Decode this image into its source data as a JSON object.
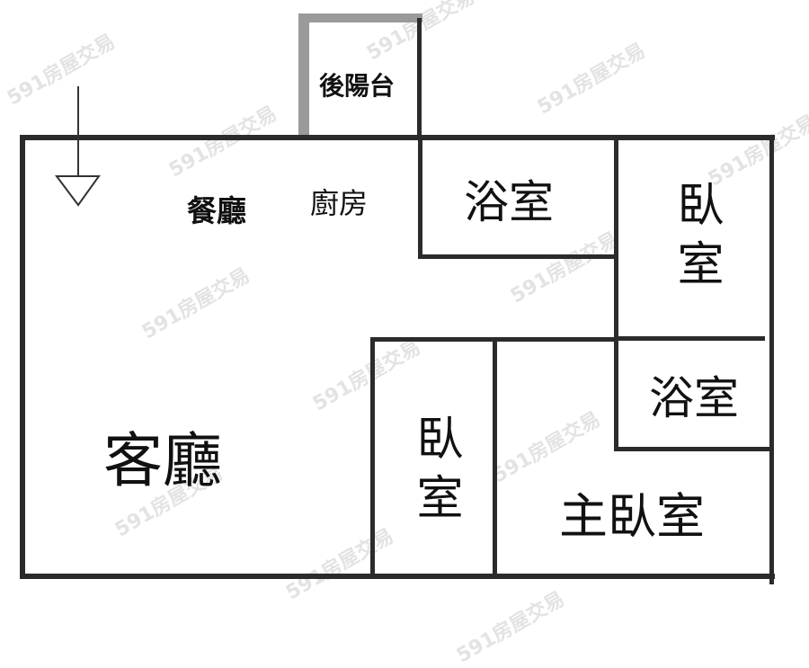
{
  "floorplan": {
    "rooms": {
      "balcony": "後陽台",
      "dining": "餐廳",
      "kitchen": "廚房",
      "bath_top": "浴室",
      "bedroom_right": "臥室",
      "bath_right": "浴室",
      "living": "客廳",
      "bedroom_middle": "臥室",
      "master_bedroom": "主臥室"
    },
    "entrance_marker": "entrance-arrow",
    "watermark": "591房屋交易",
    "colors": {
      "wall": "#2b2b2b",
      "balcony_wall": "#9a9a9a",
      "background": "#ffffff"
    }
  }
}
